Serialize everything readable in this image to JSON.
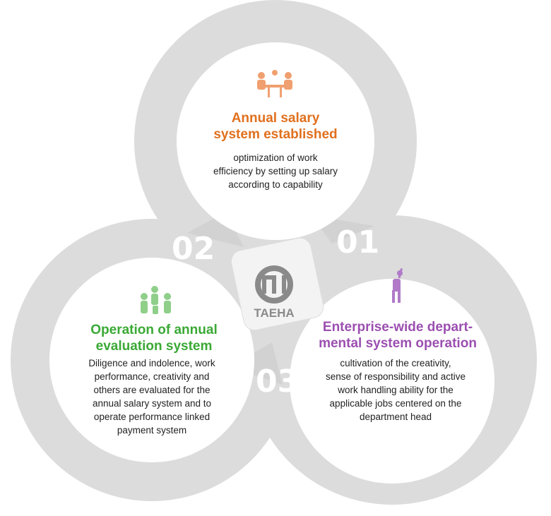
{
  "colors": {
    "ring": "#dcdcdc",
    "arrow": "#d2d2d2",
    "top_title": "#e0701e",
    "left_title": "#3aa935",
    "right_title": "#9b4fb0",
    "top_icon": "#f0a070",
    "left_icon": "#8fcf8a",
    "right_icon": "#b07ac8",
    "logo": "#8a8a8a"
  },
  "logo": {
    "text": "TAEHA"
  },
  "steps": {
    "top": {
      "title_line1": "Annual salary",
      "title_line2": "system established",
      "desc_line1": "optimization of work",
      "desc_line2": "efficiency by setting up salary",
      "desc_line3": "according to capability",
      "icon": "meeting-people-icon"
    },
    "left": {
      "title_line1": "Operation of annual",
      "title_line2": "evaluation system",
      "desc_line1": "Diligence and indolence, work",
      "desc_line2": "performance, creativity and",
      "desc_line3": "others are evaluated for the",
      "desc_line4": "annual salary system and to",
      "desc_line5": "operate performance linked",
      "desc_line6": "payment system",
      "icon": "group-people-icon"
    },
    "right": {
      "title_line1": "Enterprise-wide depart-",
      "title_line2": "mental system operation",
      "desc_line1": "cultivation of the creativity,",
      "desc_line2": "sense of responsibility and active",
      "desc_line3": "work handling ability for the",
      "desc_line4": "applicable jobs centered on the",
      "desc_line5": "department head",
      "icon": "cheering-person-icon"
    }
  },
  "numbers": {
    "n01": "01",
    "n02": "02",
    "n03": "03"
  }
}
